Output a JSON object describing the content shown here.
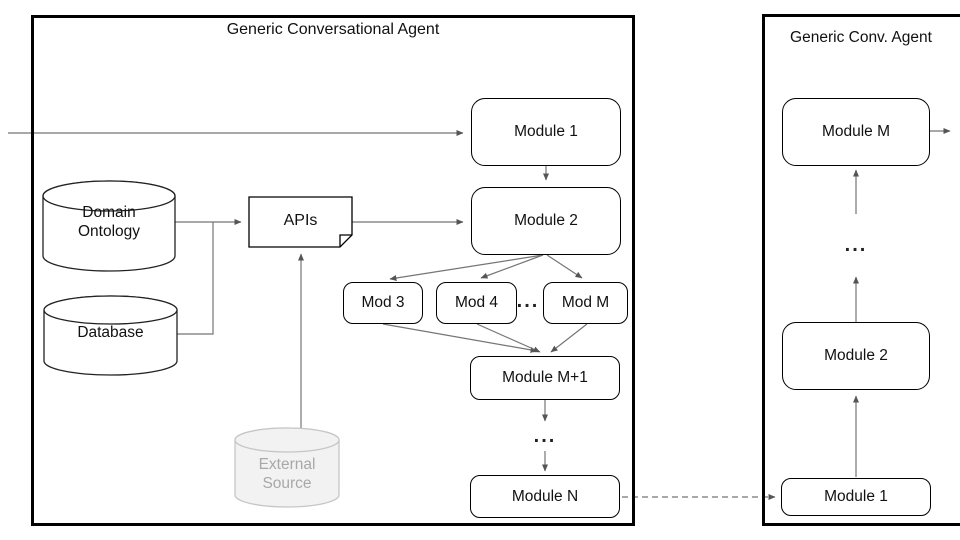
{
  "left_panel": {
    "title": "Generic Conversational Agent",
    "module_1": "Module 1",
    "module_2": "Module 2",
    "mod_3": "Mod 3",
    "mod_4": "Mod 4",
    "mod_m": "Mod M",
    "module_m_plus_1": "Module M+1",
    "module_n": "Module N",
    "row_ellipsis": "...",
    "column_ellipsis": "...",
    "domain_ontology": "Domain Ontology",
    "database": "Database",
    "external_source": "External Source",
    "apis": "APIs"
  },
  "right_panel": {
    "title": "Generic Conv. Agent",
    "module_m": "Module M",
    "module_2": "Module 2",
    "module_1": "Module 1",
    "ellipsis": "..."
  },
  "colors": {
    "arrow": "#757575",
    "arrowhead": "#555555",
    "box_border": "#000000",
    "external_fill": "#f2f2f2",
    "external_stroke": "#c6c6c6",
    "external_text": "#a8a8a8"
  }
}
